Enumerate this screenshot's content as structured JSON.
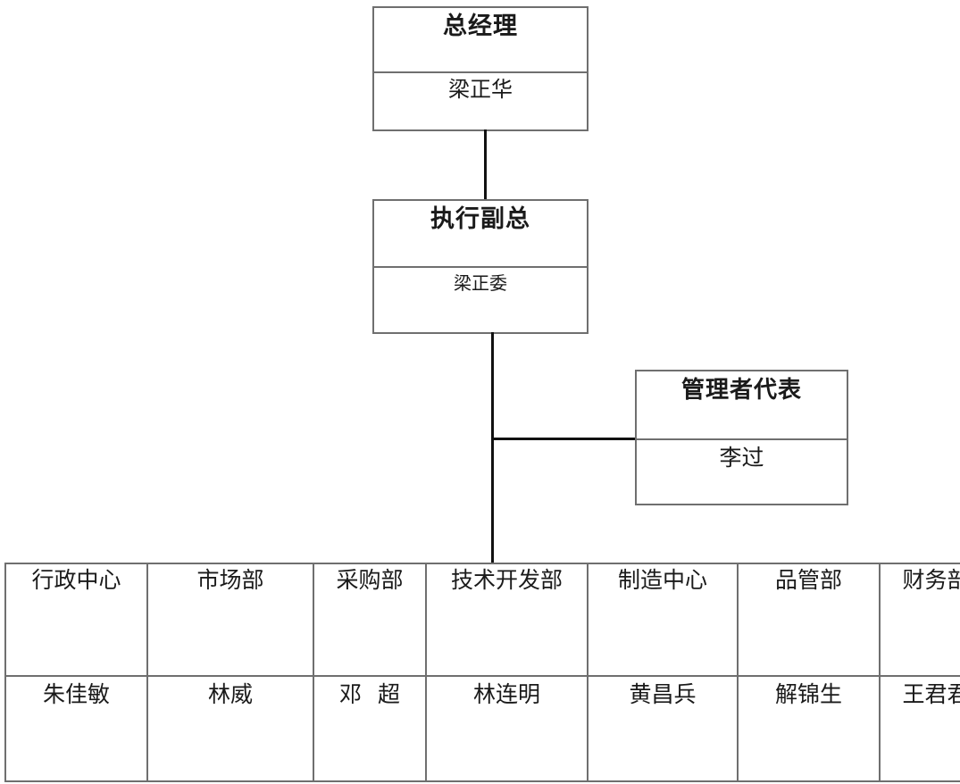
{
  "chart": {
    "type": "org-chart",
    "nodes": [
      {
        "id": "gm",
        "title": "总经理",
        "name": "梁正华"
      },
      {
        "id": "evp",
        "title": "执行副总",
        "name": "梁正委"
      },
      {
        "id": "mr",
        "title": "管理者代表",
        "name": "李过"
      }
    ],
    "departments": [
      {
        "dept": "行政中心",
        "head": "朱佳敏"
      },
      {
        "dept": "市场部",
        "head": "林威"
      },
      {
        "dept": "采购部",
        "head": "邓超"
      },
      {
        "dept": "技术开发部",
        "head": "林连明"
      },
      {
        "dept": "制造中心",
        "head": "黄昌兵"
      },
      {
        "dept": "品管部",
        "head": "解锦生"
      },
      {
        "dept": "财务部",
        "head": "王君君"
      }
    ],
    "colors": {
      "box_border": "#6f6f6f",
      "connector": "#111111",
      "background": "#ffffff",
      "text": "#1a1a1a"
    }
  }
}
